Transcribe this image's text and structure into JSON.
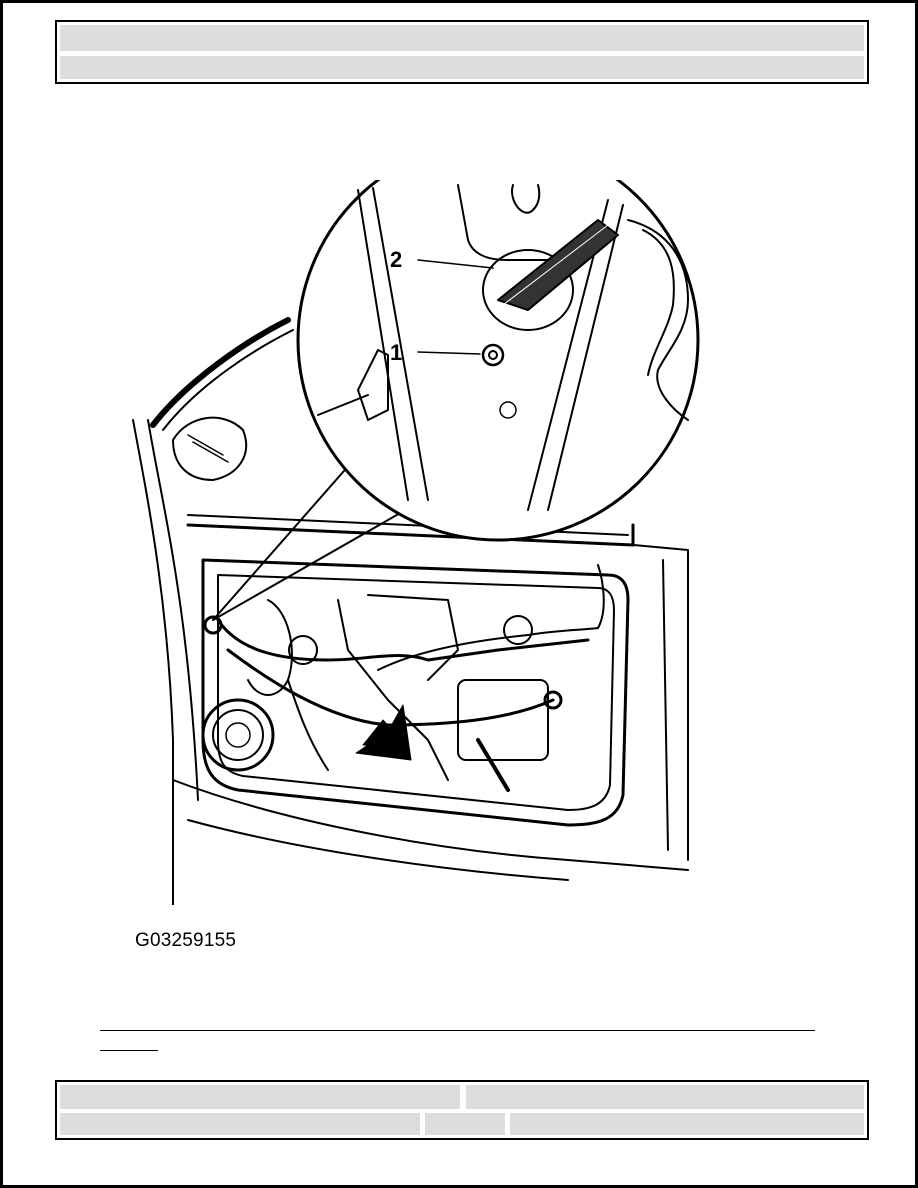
{
  "header": {
    "title": "",
    "subtitle": ""
  },
  "figure": {
    "callouts": [
      "2",
      "1"
    ],
    "caption": "G03259155"
  },
  "footer": {
    "left_top": "",
    "right_top": "",
    "left_bottom": "",
    "middle_bottom": "",
    "right_bottom": ""
  },
  "colors": {
    "header_fill": "#dcdcdc",
    "border": "#000000"
  }
}
